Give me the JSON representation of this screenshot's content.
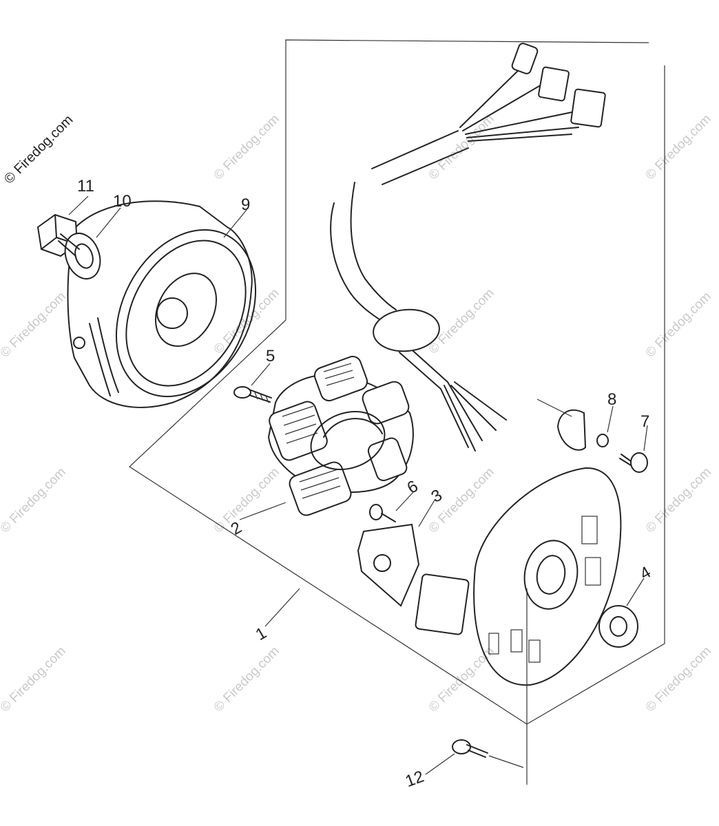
{
  "watermark": {
    "primary": "© Firedog.com",
    "repeated": "© Firedog.com"
  },
  "callouts": [
    "1",
    "2",
    "3",
    "4",
    "5",
    "6",
    "7",
    "8",
    "9",
    "10",
    "11",
    "12"
  ]
}
